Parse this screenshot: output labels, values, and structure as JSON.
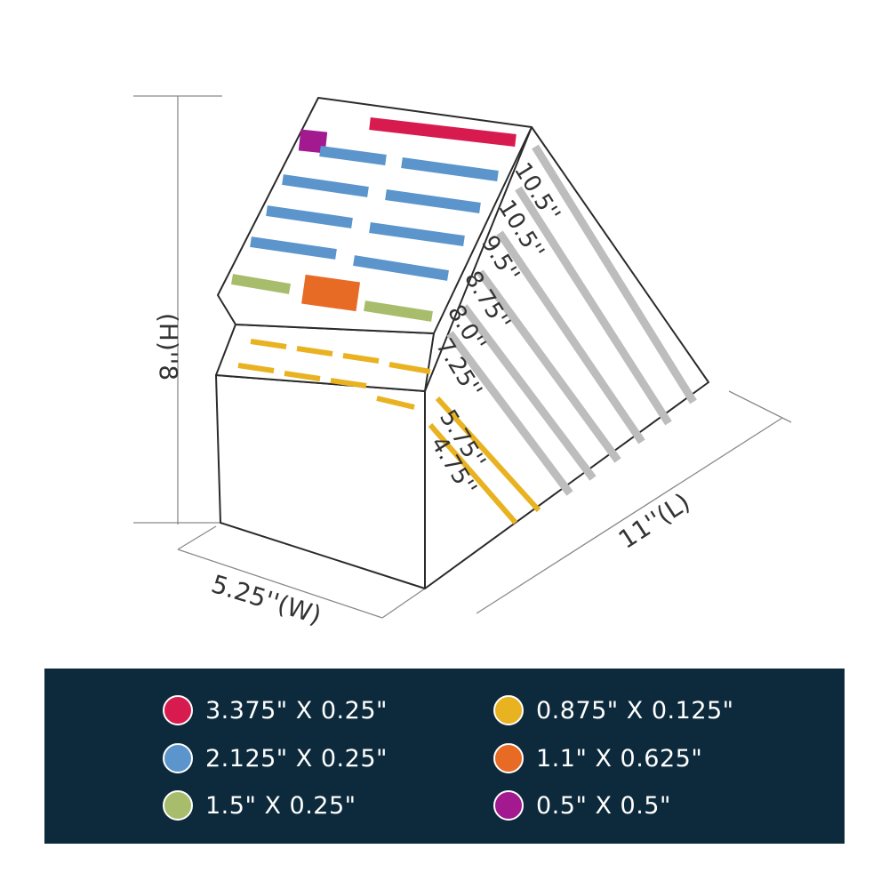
{
  "dimensions": {
    "height": "8''(H)",
    "width": "5.25''(W)",
    "length": "11''(L)"
  },
  "slot_labels": [
    "10.5''",
    "10.5''",
    "9.5''",
    "8.75''",
    "8.0''",
    "7.25''",
    "5.75''",
    "4.75''"
  ],
  "colors": {
    "red": "#d81b4f",
    "blue": "#5b95cc",
    "green": "#a7bd6c",
    "yellow": "#e8b220",
    "orange": "#e86b25",
    "purple": "#a3198f",
    "gray": "#bdbdbd",
    "outline": "#2b2b2b",
    "legend_bg": "#0d2a3c"
  },
  "legend": [
    {
      "label": "3.375\" X 0.25\"",
      "color": "#d81b4f"
    },
    {
      "label": "2.125\" X 0.25\"",
      "color": "#5b95cc"
    },
    {
      "label": "1.5\" X 0.25\"",
      "color": "#a7bd6c"
    },
    {
      "label": "0.875\" X 0.125\"",
      "color": "#e8b220"
    },
    {
      "label": "1.1\" X 0.625\"",
      "color": "#e86b25"
    },
    {
      "label": "0.5\" X 0.5\"",
      "color": "#a3198f"
    }
  ]
}
